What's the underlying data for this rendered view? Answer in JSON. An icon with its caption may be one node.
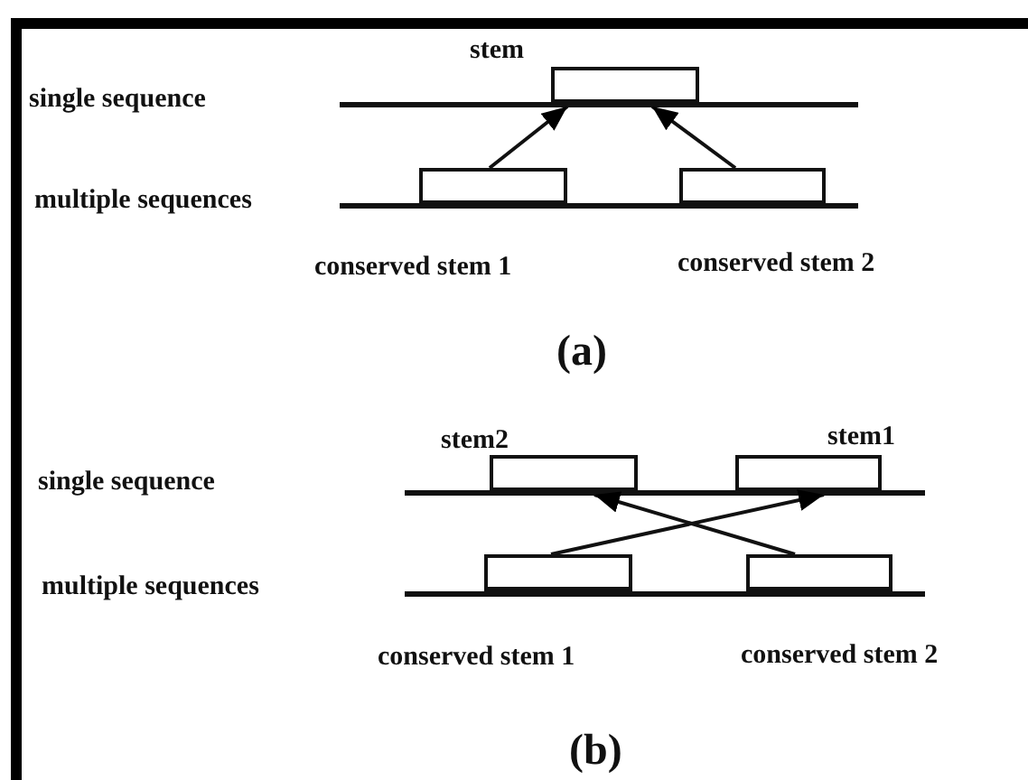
{
  "diagram": {
    "nodes": [
      {
        "text": [
          "stem"
        ]
      },
      {
        "text": [
          "conserved stem 1"
        ]
      },
      {
        "text": [
          "conserved stem 2"
        ]
      },
      {
        "text": [
          "stem2"
        ]
      },
      {
        "text": [
          "stem1"
        ]
      },
      {
        "text": [
          "conserved stem 1"
        ]
      },
      {
        "text": [
          "conserved stem 2"
        ]
      }
    ],
    "edges": [
      {
        "from": 1,
        "to": 0,
        "arrow": "to"
      },
      {
        "from": 2,
        "to": 0,
        "arrow": "to"
      },
      {
        "from": 5,
        "to": 4,
        "arrow": "to"
      },
      {
        "from": 6,
        "to": 3,
        "arrow": "to"
      }
    ],
    "labels": [
      "single sequence",
      "multiple sequences",
      "(a)",
      "single sequence",
      "multiple sequences",
      "(b)"
    ]
  }
}
